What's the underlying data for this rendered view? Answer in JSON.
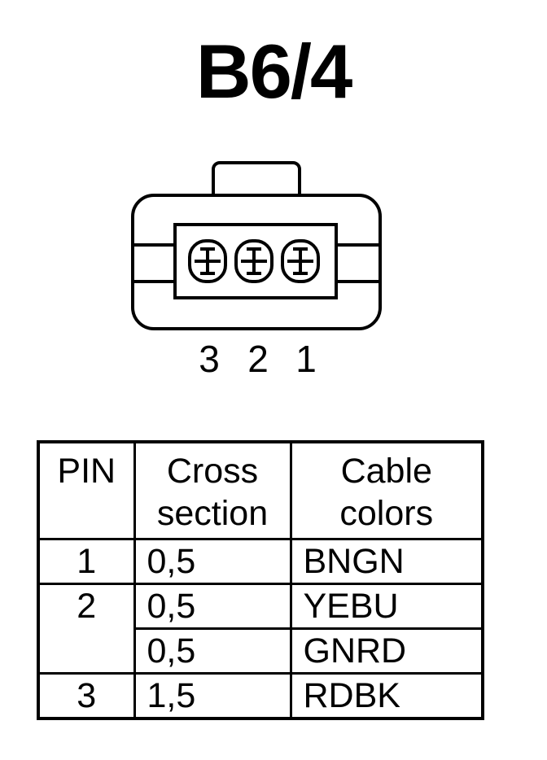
{
  "title": "B6/4",
  "connector": {
    "pin_labels": [
      "3",
      "2",
      "1"
    ]
  },
  "table": {
    "headers": {
      "pin": "PIN",
      "cross_line1": "Cross",
      "cross_line2": "section",
      "cable_line1": "Cable",
      "cable_line2": "colors"
    },
    "rows": [
      {
        "pin": "1",
        "cross": "0,5",
        "color": "BNGN"
      },
      {
        "pin": "2",
        "cross": "0,5",
        "color": "YEBU"
      },
      {
        "pin": "",
        "cross": "0,5",
        "color": "GNRD"
      },
      {
        "pin": "3",
        "cross": "1,5",
        "color": "RDBK"
      }
    ]
  }
}
